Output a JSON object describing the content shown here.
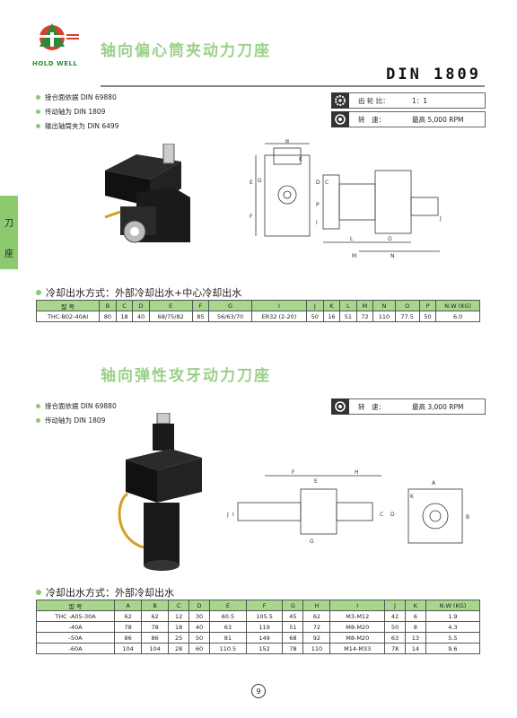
{
  "brand": {
    "name": "HOLD WELL",
    "logo_color": "#2a8a3a",
    "accent": "#8dc96f"
  },
  "section1": {
    "title": "轴向偏心筒夹动力刀座",
    "standard": "DIN 1809",
    "bullets": [
      "接合面依据 DIN 69880",
      "传动轴为 DIN 1809",
      "输出轴筒夹为 DIN 6499"
    ],
    "specs": [
      {
        "icon": "gear-icon",
        "label": "齿 轮 比：",
        "value": "1：1"
      },
      {
        "icon": "rotation-icon",
        "label": "转　速：",
        "value": "最高 5,000 RPM"
      }
    ],
    "cooling": "冷却出水方式：外部冷却出水+中心冷却出水",
    "table": {
      "headers": [
        "型 号",
        "B",
        "C",
        "D",
        "E",
        "F",
        "G",
        "I",
        "J",
        "K",
        "L",
        "M",
        "N",
        "O",
        "P",
        "N.W (KG)"
      ],
      "rows": [
        [
          "THC-B02-40AI",
          "80",
          "18",
          "40",
          "68/75/82",
          "85",
          "56/63/70",
          "ER32 (2-20)",
          "50",
          "16",
          "51",
          "72",
          "110",
          "77.5",
          "50",
          "6.0"
        ]
      ]
    }
  },
  "side_tab": [
    "刀",
    "座"
  ],
  "section2": {
    "title": "轴向弹性攻牙动力刀座",
    "bullets": [
      "接合面依据 DIN 69880",
      "传动轴为 DIN 1809"
    ],
    "specs": [
      {
        "icon": "rotation-icon",
        "label": "转　速：",
        "value": "最高 3,000 RPM"
      }
    ],
    "cooling": "冷却出水方式：外部冷却出水",
    "table": {
      "headers": [
        "型 号",
        "A",
        "B",
        "C",
        "D",
        "E",
        "F",
        "G",
        "H",
        "I",
        "J",
        "K",
        "N.W (KG)"
      ],
      "rows": [
        [
          "THC -A05-30A",
          "62",
          "62",
          "12",
          "30",
          "60.5",
          "105.5",
          "45",
          "62",
          "M3-M12",
          "42",
          "6",
          "1.9"
        ],
        [
          "-40A",
          "78",
          "78",
          "18",
          "40",
          "63",
          "119",
          "51",
          "72",
          "M8-M20",
          "50",
          "8",
          "4.3"
        ],
        [
          "-50A",
          "86",
          "86",
          "25",
          "50",
          "81",
          "149",
          "68",
          "92",
          "M8-M20",
          "63",
          "13",
          "5.5"
        ],
        [
          "-60A",
          "104",
          "104",
          "28",
          "60",
          "110.5",
          "152",
          "78",
          "110",
          "M14-M33",
          "78",
          "14",
          "9.6"
        ]
      ]
    }
  },
  "drawing_labels_1": [
    "B",
    "K",
    "E",
    "G",
    "F",
    "D",
    "C",
    "P",
    "I",
    "J",
    "L",
    "O",
    "M",
    "N"
  ],
  "drawing_labels_2": [
    "F",
    "E",
    "H",
    "G",
    "J",
    "I",
    "C",
    "D",
    "A",
    "B",
    "K"
  ],
  "page_number": "9"
}
